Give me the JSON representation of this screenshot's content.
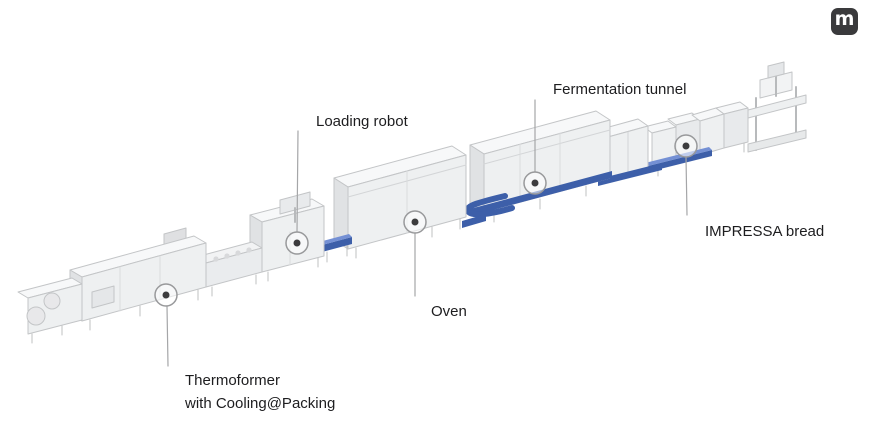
{
  "brand": {
    "logo_glyph": "m",
    "logo_icon": "multivac-m-logo"
  },
  "callouts": {
    "loading_robot": {
      "label": "Loading robot"
    },
    "fermentation_tunnel": {
      "label": "Fermentation tunnel"
    },
    "oven": {
      "label": "Oven"
    },
    "impressa_bread": {
      "label": "IMPRESSA bread"
    },
    "thermoformer": {
      "line1": "Thermoformer",
      "line2": "with Cooling@Packing"
    }
  },
  "colors": {
    "accent_conveyor_blue": "#3d5fa9",
    "accent_conveyor_blue_light": "#7490d4",
    "machine_top": "#f7f8f9",
    "machine_front": "#eef0f1",
    "machine_side": "#e0e2e4",
    "machine_outline": "#c3c5c7",
    "marker_ring": "#98999b",
    "marker_dot": "#3c3c3e",
    "callout_line": "#a5a6a8",
    "label_text": "#1d1d1f",
    "logo_background": "#3a3a3c",
    "page_background": "#ffffff"
  }
}
